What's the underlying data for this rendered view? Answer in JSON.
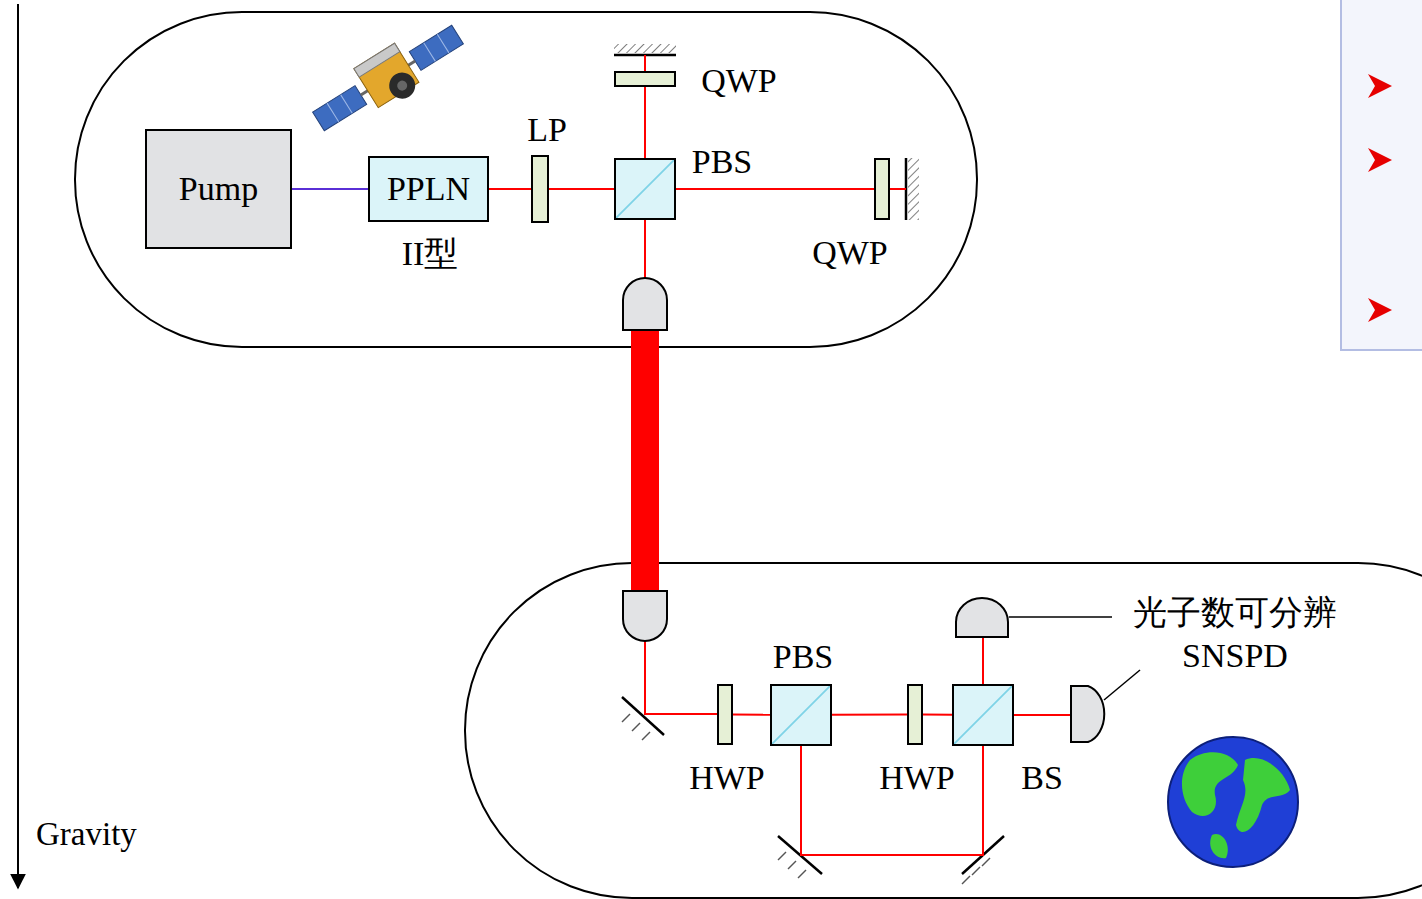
{
  "diagram": {
    "nodes": [
      {
        "text": [
          "Pump"
        ]
      },
      {
        "text": [
          "PPLN",
          "II型"
        ]
      },
      {
        "text": [
          "LP"
        ]
      },
      {
        "text": [
          "PBS"
        ]
      },
      {
        "text": [
          "QWP"
        ]
      },
      {
        "text": [
          "QWP"
        ]
      },
      {
        "text": [
          "HWP"
        ]
      },
      {
        "text": [
          "PBS"
        ]
      },
      {
        "text": [
          "HWP"
        ]
      },
      {
        "text": [
          "BS"
        ]
      }
    ],
    "edges": [
      {
        "from": 0,
        "to": 1,
        "arrow": "none"
      },
      {
        "from": 1,
        "to": 2,
        "arrow": "none"
      },
      {
        "from": 2,
        "to": 3,
        "arrow": "none"
      },
      {
        "from": 3,
        "to": 4,
        "arrow": "none"
      },
      {
        "from": 3,
        "to": 5,
        "arrow": "none"
      },
      {
        "from": 6,
        "to": 7,
        "arrow": "none"
      },
      {
        "from": 7,
        "to": 8,
        "arrow": "none"
      },
      {
        "from": 8,
        "to": 9,
        "arrow": "none"
      },
      {
        "from": 7,
        "to": 9,
        "arrow": "none"
      }
    ],
    "labels": [
      "光子数可分辨 SNSPD",
      "Gravity"
    ]
  }
}
